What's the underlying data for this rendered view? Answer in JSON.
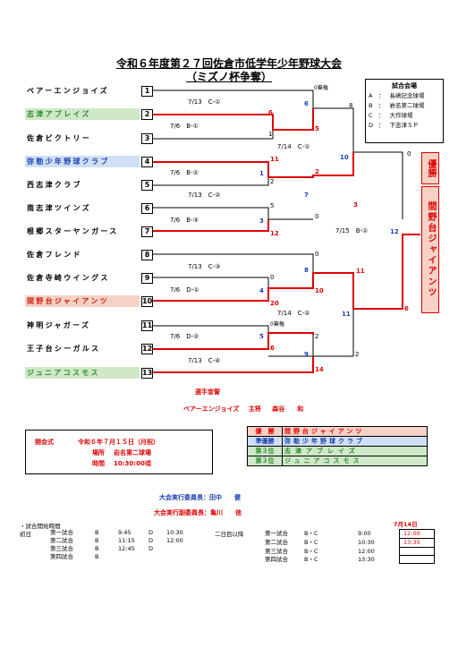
{
  "title": {
    "line1": "令和６年度第２７回佐倉市低学年少年野球大会",
    "line2": "（ミズノ杯争奪）"
  },
  "venues": {
    "heading": "試合会場",
    "items": [
      {
        "code": "A",
        "name": "長嶋記念球場"
      },
      {
        "code": "B",
        "name": "岩名第二球場"
      },
      {
        "code": "C",
        "name": "大作球場"
      },
      {
        "code": "D",
        "name": "下志津ＳＰ"
      }
    ]
  },
  "teams": [
    {
      "seed": "1",
      "name": "ベアーエンジョイズ",
      "style": "plain"
    },
    {
      "seed": "2",
      "name": "志津アブレイズ",
      "style": "green"
    },
    {
      "seed": "3",
      "name": "佐倉ビクトリー",
      "style": "plain"
    },
    {
      "seed": "4",
      "name": "弥勒少年野球クラブ",
      "style": "blue"
    },
    {
      "seed": "5",
      "name": "西志津クラブ",
      "style": "plain"
    },
    {
      "seed": "6",
      "name": "南志津ツインズ",
      "style": "plain"
    },
    {
      "seed": "7",
      "name": "根郷スターヤンガース",
      "style": "plain"
    },
    {
      "seed": "8",
      "name": "佐倉フレンド",
      "style": "plain"
    },
    {
      "seed": "9",
      "name": "佐倉寺崎ウイングス",
      "style": "plain"
    },
    {
      "seed": "10",
      "name": "間野台ジャイアンツ",
      "style": "pink"
    },
    {
      "seed": "11",
      "name": "神明ジャガーズ",
      "style": "plain"
    },
    {
      "seed": "12",
      "name": "王子台シーガルス",
      "style": "plain"
    },
    {
      "seed": "13",
      "name": "ジュニアコスモス",
      "style": "green"
    }
  ],
  "matches": [
    {
      "label": "7/13　C-①"
    },
    {
      "label": "7/6　B-①"
    },
    {
      "label": "7/14　C-①"
    },
    {
      "label": "7/6　B-②"
    },
    {
      "label": "7/13　C-②"
    },
    {
      "label": "7/6　B-③"
    },
    {
      "label": "7/15　B-①"
    },
    {
      "label": "7/13　C-③"
    },
    {
      "label": "7/6　D-①"
    },
    {
      "label": "7/14　C-②"
    },
    {
      "label": "7/6　D-②"
    },
    {
      "label": "7/13　C-④"
    }
  ],
  "scores": [
    {
      "id": "s1",
      "text": "0棄権"
    },
    {
      "id": "s2",
      "text": "6"
    },
    {
      "id": "s3",
      "text": "6"
    },
    {
      "id": "s4",
      "text": "1"
    },
    {
      "id": "s5",
      "text": "5"
    },
    {
      "id": "s6",
      "text": "8"
    },
    {
      "id": "s7",
      "text": "11"
    },
    {
      "id": "s8",
      "text": "2"
    },
    {
      "id": "s9",
      "text": "1"
    },
    {
      "id": "s10",
      "text": "2"
    },
    {
      "id": "s11",
      "text": "10"
    },
    {
      "id": "s12",
      "text": "5"
    },
    {
      "id": "s13",
      "text": "7"
    },
    {
      "id": "s14",
      "text": "3"
    },
    {
      "id": "s15",
      "text": "0"
    },
    {
      "id": "s16",
      "text": "3"
    },
    {
      "id": "s17",
      "text": "12"
    },
    {
      "id": "s18",
      "text": "12"
    },
    {
      "id": "s19",
      "text": "0"
    },
    {
      "id": "s20",
      "text": "0"
    },
    {
      "id": "s21",
      "text": "8"
    },
    {
      "id": "s22",
      "text": "11"
    },
    {
      "id": "s23",
      "text": "0"
    },
    {
      "id": "s24",
      "text": "4"
    },
    {
      "id": "s25",
      "text": "10"
    },
    {
      "id": "s26",
      "text": "20"
    },
    {
      "id": "s27",
      "text": "11"
    },
    {
      "id": "s28",
      "text": "6"
    },
    {
      "id": "s29",
      "text": "0棄権"
    },
    {
      "id": "s30",
      "text": "2"
    },
    {
      "id": "s31",
      "text": "5"
    },
    {
      "id": "s32",
      "text": "6"
    },
    {
      "id": "s33",
      "text": "9"
    },
    {
      "id": "s34",
      "text": "2"
    },
    {
      "id": "s35",
      "text": "14"
    }
  ],
  "champion": {
    "label": "優勝",
    "team": "間野台ジャイアンツ"
  },
  "oath": {
    "heading": "選手宣誓",
    "team": "ベアーエンジョイズ",
    "role": "主将",
    "name": "森谷　　和"
  },
  "ceremony": {
    "label": "開会式",
    "date": "令和６年７月１５日（月祝）",
    "place_label": "場所",
    "place": "岩名第二球場",
    "time_label": "時間",
    "time": "10:30:00頃"
  },
  "results": [
    {
      "rank": "優　勝",
      "team": "間野台ジャイアンツ",
      "color": "pink"
    },
    {
      "rank": "準優勝",
      "team": "弥勒少年野球クラブ",
      "color": "blue"
    },
    {
      "rank": "第３位",
      "team": "志津アブレイズ",
      "color": "green"
    },
    {
      "rank": "第３位",
      "team": "ジュニアコスモス",
      "color": "green"
    }
  ],
  "officials": {
    "chair": "大会実行委員長：田中　　健",
    "vice": "大会実行副委員長：亀川　　信"
  },
  "schedule": {
    "heading": "・試合開始時間",
    "day1": "初日",
    "later": "二日目以降",
    "rows": [
      {
        "game": "第一試合",
        "v1": "B",
        "t1": "9:45",
        "v2": "D",
        "t2": "10:30",
        "g2": "第一試合",
        "v3": "B・C",
        "t3": "9:00",
        "t4": "12:00"
      },
      {
        "game": "第二試合",
        "v1": "B",
        "t1": "11:15",
        "v2": "D",
        "t2": "12:00",
        "g2": "第二試合",
        "v3": "B・C",
        "t3": "10:30",
        "t4": "13:35"
      },
      {
        "game": "第三試合",
        "v1": "B",
        "t1": "12:45",
        "v2": "D",
        "t2": "",
        "g2": "第三試合",
        "v3": "B・C",
        "t3": "12:00",
        "t4": ""
      },
      {
        "game": "第四試合",
        "v1": "B",
        "t1": "",
        "v2": "",
        "t2": "",
        "g2": "第四試合",
        "v3": "B・C",
        "t3": "13:30",
        "t4": ""
      }
    ],
    "special_date": "7月14日"
  },
  "colors": {
    "red": "#e00000",
    "blue": "#1a3fb0",
    "green": "#2d8a2d",
    "pink_bg": "#f6d2c6"
  }
}
